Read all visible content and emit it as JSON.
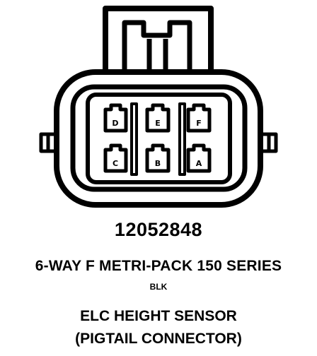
{
  "connector": {
    "part_number": "12052848",
    "series": "6-WAY F METRI-PACK 150 SERIES",
    "color": "BLK",
    "name_line1": "ELC HEIGHT SENSOR",
    "name_line2": "(PIGTAIL CONNECTOR)",
    "pins_top": [
      "D",
      "E",
      "F"
    ],
    "pins_bottom": [
      "C",
      "B",
      "A"
    ]
  }
}
